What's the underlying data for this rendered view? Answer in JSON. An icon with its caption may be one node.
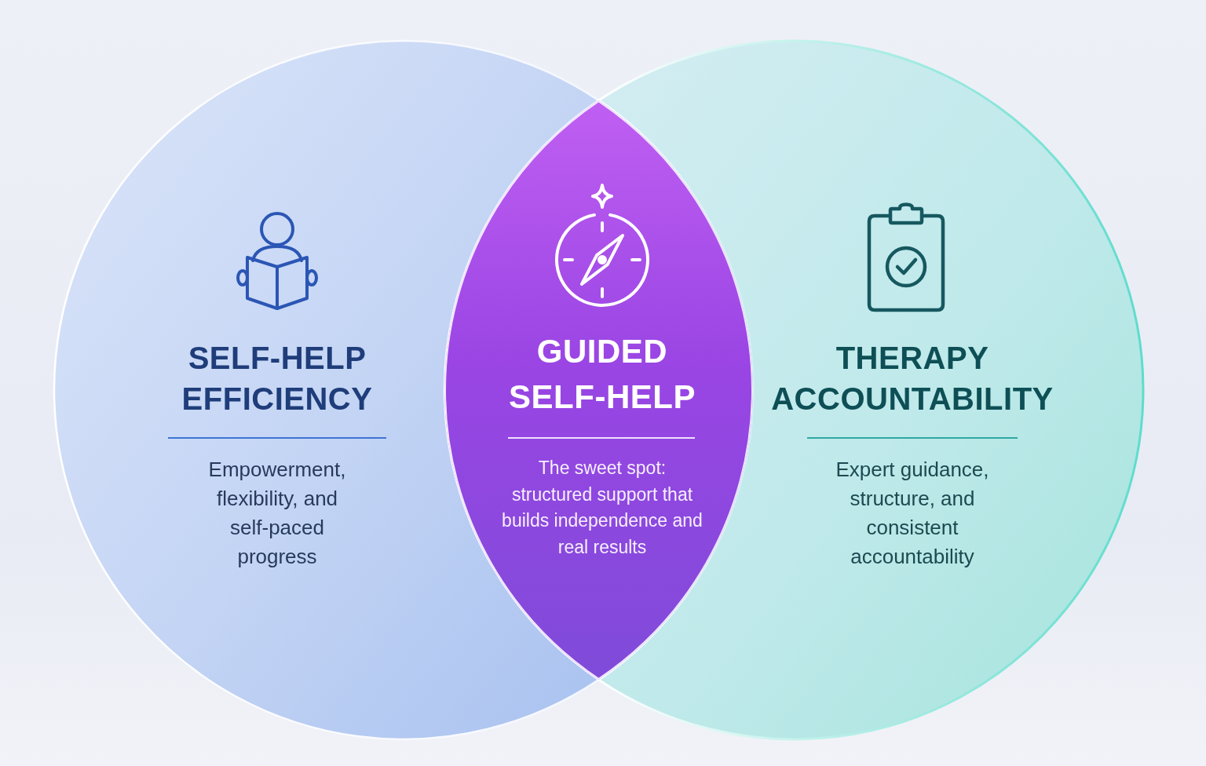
{
  "diagram": {
    "nodes": [
      {
        "text": [
          "SELF-HELP EFFICIENCY",
          "Empowerment, flexibility, and self-paced progress"
        ]
      },
      {
        "text": [
          "GUIDED SELF-HELP",
          "The sweet spot: structured support that builds independence and real results"
        ]
      },
      {
        "text": [
          "THERAPY ACCOUNTABILITY",
          "Expert guidance, structure, and consistent accountability"
        ]
      }
    ]
  }
}
